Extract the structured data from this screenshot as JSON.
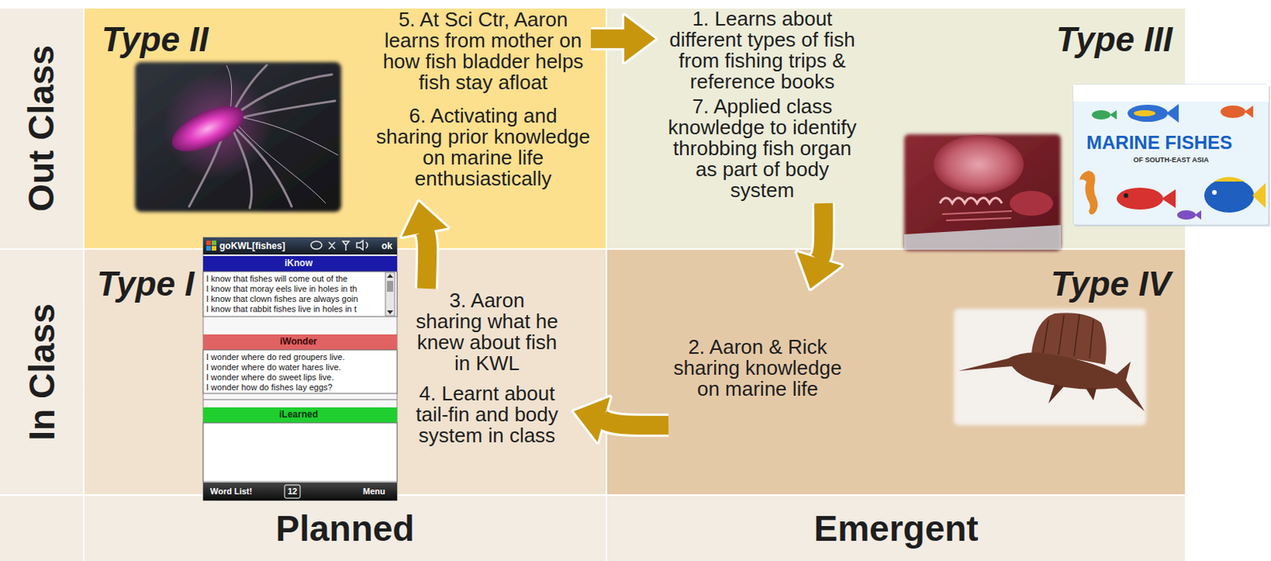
{
  "diagram": {
    "nodes": [
      {
        "text": [
          "Out Class"
        ]
      },
      {
        "text": [
          "Type II",
          "5. At Sci Ctr, Aaron learns from mother on how fish bladder helps fish stay afloat",
          "6. Activating and sharing prior knowledge on marine life enthusiastically"
        ]
      },
      {
        "text": [
          "Type III",
          "1. Learns about different types of fish from fishing trips & reference books",
          "7. Applied class knowledge to identify throbbing fish organ as part of body system"
        ]
      },
      {
        "text": [
          "In Class"
        ]
      },
      {
        "text": [
          "Type I",
          "3. Aaron sharing what he knew about fish in KWL",
          "4. Learnt about tail-fin and body system in class"
        ]
      },
      {
        "text": [
          "Type IV",
          "2. Aaron & Rick sharing knowledge on marine life"
        ]
      },
      {
        "text": [
          "Planned"
        ]
      },
      {
        "text": [
          "Emergent"
        ]
      }
    ],
    "edges": [
      {
        "from": 5,
        "to": 4,
        "arrow": "to"
      },
      {
        "from": 4,
        "to": 1,
        "arrow": "to"
      },
      {
        "from": 1,
        "to": 2,
        "arrow": "to"
      },
      {
        "from": 2,
        "to": 5,
        "arrow": "to"
      }
    ],
    "labels": [
      "goKWL[fishes]",
      "ok",
      "iKnow",
      "I know that fishes will come out of the",
      "I know that moray eels live in holes in th",
      "I know that clown fishes are always goin",
      "I know that rabbit fishes live in holes in t",
      "iWonder",
      "I wonder where do red groupers live.",
      "I wonder where do water hares live.",
      "I wonder where do sweet lips live.",
      "I wonder how do fishes lay eggs?",
      "iLearned",
      "Word List!",
      "12",
      "Menu",
      "MARINE FISHES",
      "OF SOUTH-EAST ASIA"
    ]
  }
}
